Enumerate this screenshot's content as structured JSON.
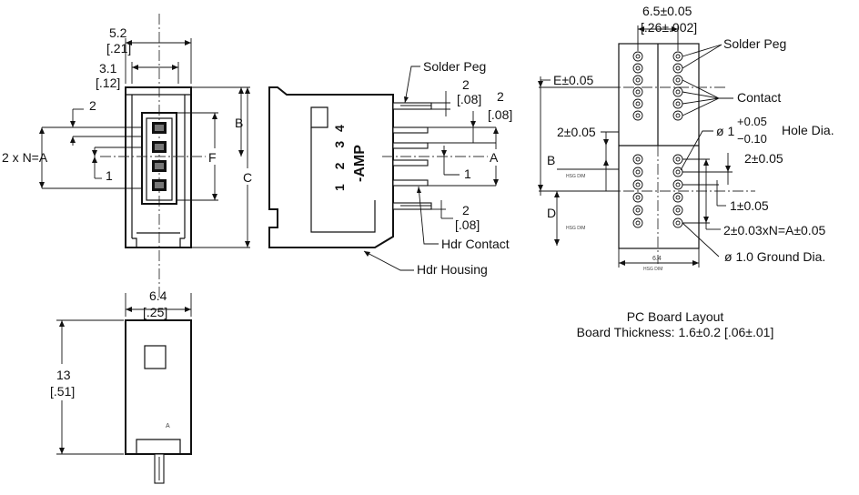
{
  "front_view": {
    "dim_width_mm": "5.2",
    "dim_width_in": "[.21]",
    "dim_inner_mm": "3.1",
    "dim_inner_in": "[.12]",
    "dim_pitch_top": "2",
    "dim_pitch_formula": "2 x N=A",
    "dim_pin_bottom": "1",
    "label_b": "B",
    "label_f": "F",
    "label_c": "C"
  },
  "side_view": {
    "solder_peg": "Solder Peg",
    "dim_peg_mm": "2",
    "dim_peg_in": "[.08]",
    "dim_contact_mm": "2",
    "dim_contact_in": "[.08]",
    "label_a": "A",
    "dim_one": "1",
    "dim_bottom_mm": "2",
    "dim_bottom_in": "[.08]",
    "hdr_contact": "Hdr Contact",
    "hdr_housing": "Hdr Housing",
    "pin_numbers_top": "4",
    "pin_numbers": "1 2 3",
    "brand": "-AMP"
  },
  "bottom_view": {
    "dim_width_mm": "6.4",
    "dim_width_in": "[.25]",
    "dim_height_mm": "13",
    "dim_height_in": "[.51]",
    "marker": "A"
  },
  "pcb_layout": {
    "dim_top_mm": "6.5±0.05",
    "dim_top_in": "[.26±.002]",
    "solder_peg": "Solder Peg",
    "contact": "Contact",
    "dim_e": "E±0.05",
    "dim_row": "2±0.05",
    "hole_dia_prefix": "ø 1",
    "hole_tol_plus": "+0.05",
    "hole_tol_minus": "−0.10",
    "hole_dia_suffix": "Hole Dia.",
    "label_b": "B",
    "label_d": "D",
    "dim_pitch": "2±0.05",
    "dim_one": "1±0.05",
    "dim_formula": "2±0.03xN=A±0.05",
    "ground_dia": "ø 1.0 Ground Dia.",
    "dim_bottom": "6.4",
    "small_note": "HSG DIM"
  },
  "caption": {
    "title": "PC Board Layout",
    "thickness": "Board Thickness: 1.6±0.2 [.06±.01]"
  }
}
